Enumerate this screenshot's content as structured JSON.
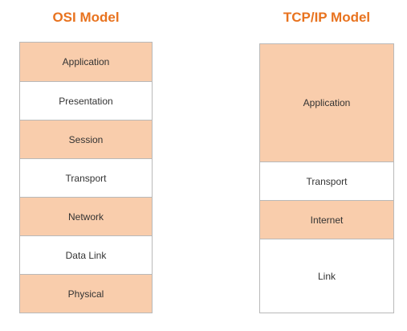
{
  "colors": {
    "title": "#e8731f",
    "shaded_fill": "#f9cdac",
    "plain_fill": "#ffffff",
    "border": "#b9b9b9"
  },
  "osi": {
    "title": "OSI Model",
    "layers": [
      {
        "label": "Application",
        "shaded": true
      },
      {
        "label": "Presentation",
        "shaded": false
      },
      {
        "label": "Session",
        "shaded": true
      },
      {
        "label": "Transport",
        "shaded": false
      },
      {
        "label": "Network",
        "shaded": true
      },
      {
        "label": "Data Link",
        "shaded": false
      },
      {
        "label": "Physical",
        "shaded": true
      }
    ]
  },
  "tcp": {
    "title": "TCP/IP Model",
    "layers": [
      {
        "label": "Application",
        "shaded": true
      },
      {
        "label": "Transport",
        "shaded": false
      },
      {
        "label": "Internet",
        "shaded": true
      },
      {
        "label": "Link",
        "shaded": false
      }
    ]
  }
}
